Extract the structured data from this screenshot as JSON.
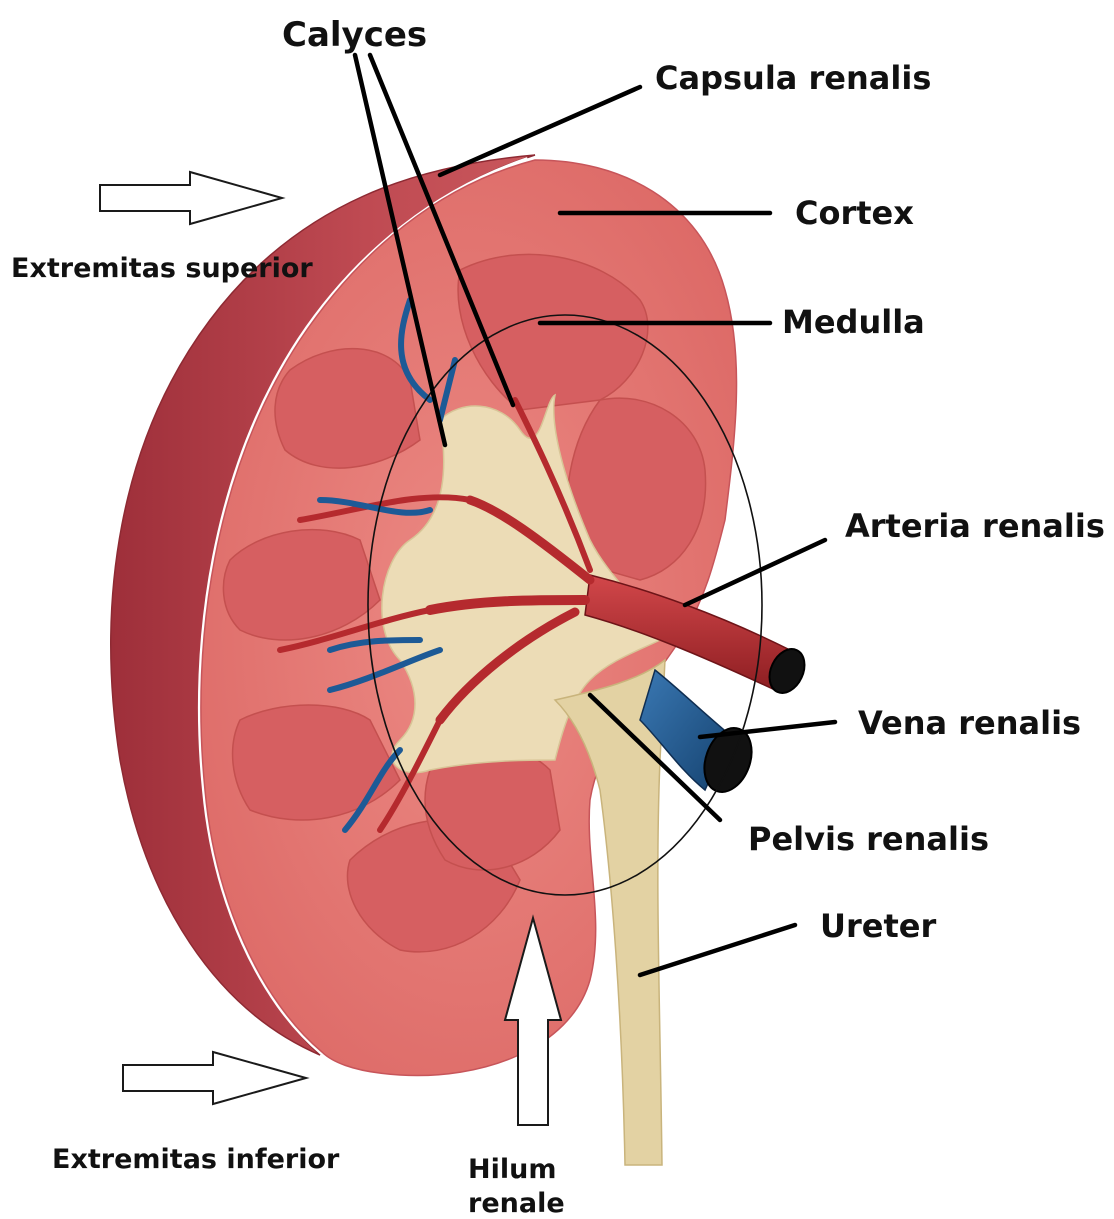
{
  "labels": {
    "calyces": "Calyces",
    "capsula_renalis": "Capsula renalis",
    "cortex": "Cortex",
    "medulla": "Medulla",
    "extremitas_superior": "Extremitas superior",
    "arteria_renalis": "Arteria renalis",
    "vena_renalis": "Vena renalis",
    "pelvis_renalis": "Pelvis renalis",
    "ureter": "Ureter",
    "extremitas_inferior": "Extremitas inferior",
    "hilum_line1": "Hilum",
    "hilum_line2": "renale"
  },
  "colors": {
    "capsule": "#b5434d",
    "cortex": "#e2736f",
    "medulla": "#d45c5e",
    "pelvis": "#ecdcb6",
    "ureter": "#e3d2a3",
    "artery": "#b52a2e",
    "vein": "#1d5a96",
    "label_text": "#111111"
  }
}
